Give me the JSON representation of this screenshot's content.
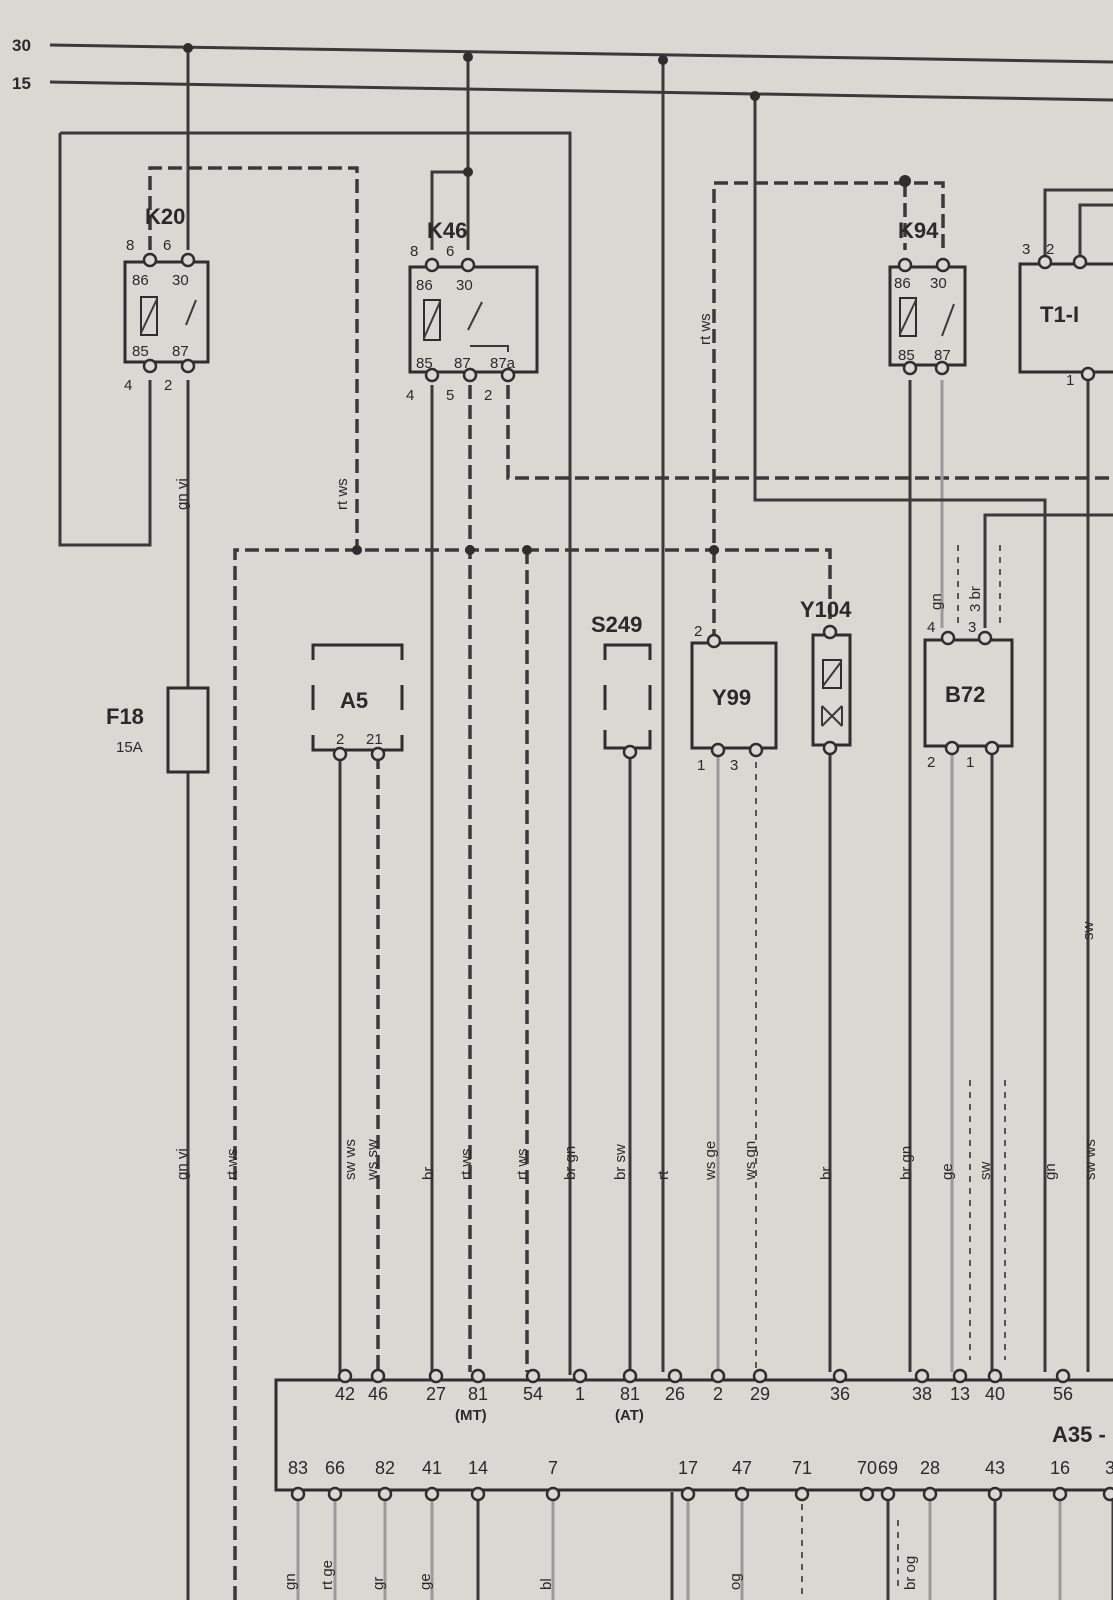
{
  "rails": {
    "rail_30": "30",
    "rail_15": "15"
  },
  "components": {
    "k20": {
      "label": "K20",
      "pins_top": [
        "8",
        "6"
      ],
      "pins_bottom": [
        "4",
        "2"
      ],
      "inner": [
        "86",
        "30",
        "85",
        "87"
      ]
    },
    "k46": {
      "label": "K46",
      "pins_top": [
        "8",
        "6"
      ],
      "pins_bottom": [
        "4",
        "5",
        "2"
      ],
      "inner": [
        "86",
        "30",
        "85",
        "87",
        "87a"
      ]
    },
    "k94": {
      "label": "K94",
      "inner": [
        "86",
        "30",
        "85",
        "87"
      ]
    },
    "t1": {
      "label": "T1-I",
      "pins": [
        "3",
        "2",
        "1"
      ]
    },
    "f18": {
      "label": "F18",
      "rating": "15A"
    },
    "a5": {
      "label": "A5",
      "pins": [
        "2",
        "21"
      ]
    },
    "s249": {
      "label": "S249"
    },
    "y99": {
      "label": "Y99",
      "pins": [
        "2",
        "1",
        "3"
      ]
    },
    "y104": {
      "label": "Y104"
    },
    "b72": {
      "label": "B72",
      "pins": [
        "4",
        "3",
        "2",
        "1"
      ]
    },
    "a35": {
      "label": "A35 -",
      "top_pins": [
        "42",
        "46",
        "27",
        "81",
        "54",
        "1",
        "81",
        "26",
        "2",
        "29",
        "36",
        "38",
        "13",
        "40",
        "56"
      ],
      "mt_note": "(MT)",
      "at_note": "(AT)",
      "bottom_pins": [
        "83",
        "66",
        "82",
        "41",
        "14",
        "7",
        "17",
        "47",
        "71",
        "70",
        "69",
        "28",
        "43",
        "16",
        "3"
      ]
    }
  },
  "wire_labels": [
    "gn vi",
    "rt ws",
    "rt ws",
    "gn vi",
    "rt ws",
    "sw ws",
    "ws sw",
    "br",
    "rt ws",
    "rt ws",
    "br gn",
    "br sw",
    "rt",
    "ws ge",
    "ws gn",
    "br",
    "br gn",
    "ge",
    "sw",
    "gn",
    "sw ws",
    "sw",
    "gn",
    "3 br",
    "gn",
    "rt ge",
    "gr",
    "ge",
    "bl",
    "og",
    "br og"
  ]
}
